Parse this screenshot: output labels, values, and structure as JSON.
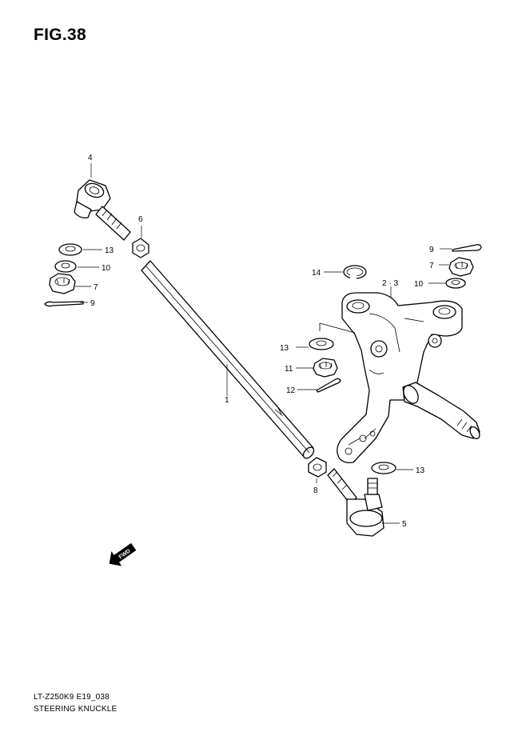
{
  "figure": {
    "title": "FIG.38"
  },
  "labels": {
    "p1": "1",
    "p2_3": "2 · 3",
    "p4": "4",
    "p5": "5",
    "p6": "6",
    "p7_left": "7",
    "p7_right": "7",
    "p8": "8",
    "p9_left": "9",
    "p9_right": "9",
    "p10_left": "10",
    "p10_right": "10",
    "p11": "11",
    "p12": "12",
    "p13_left": "13",
    "p13_mid": "13",
    "p13_right": "13",
    "p14": "14",
    "fwd": "FWD"
  },
  "footer": {
    "model_code": "LT-Z250K9 E19_038",
    "diagram_name": "STEERING KNUCKLE"
  }
}
